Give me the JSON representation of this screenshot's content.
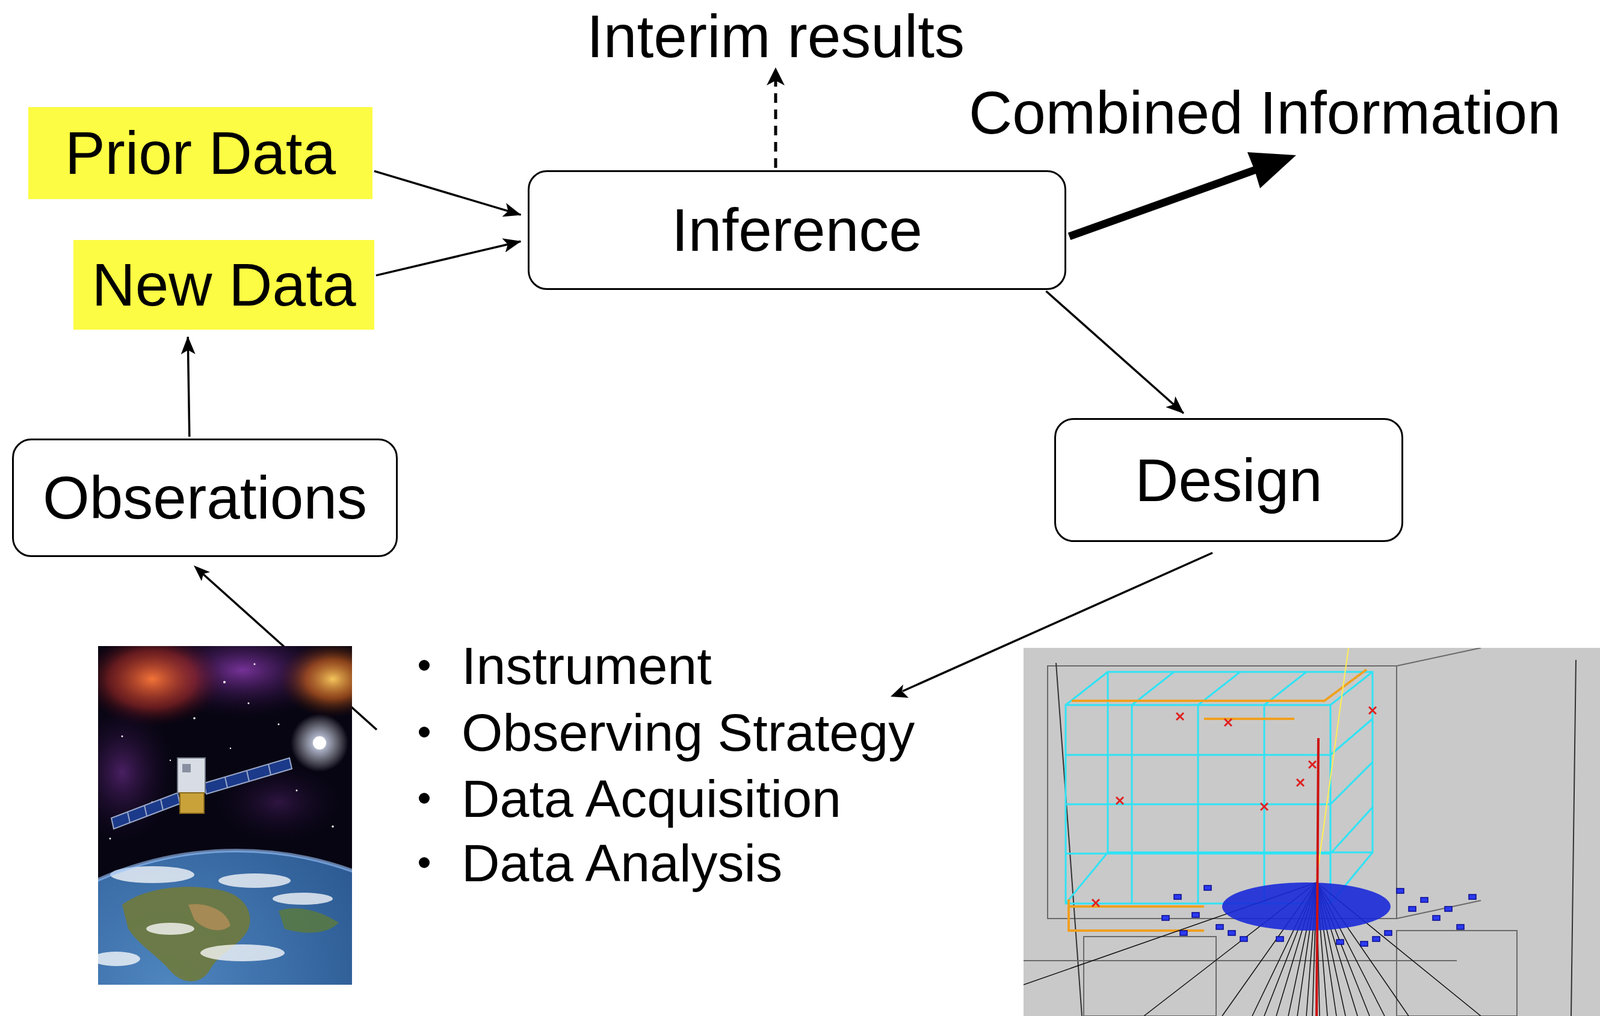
{
  "diagram": {
    "nodes": [
      {
        "text": [
          "Prior Data"
        ]
      },
      {
        "text": [
          "New Data"
        ]
      },
      {
        "text": [
          "Inference"
        ]
      },
      {
        "text": [
          "Design"
        ]
      },
      {
        "text": [
          "Obserations"
        ]
      }
    ],
    "edges": [
      {
        "from": 0,
        "to": 2,
        "arrow": "to"
      },
      {
        "from": 1,
        "to": 2,
        "arrow": "to"
      },
      {
        "from": 2,
        "to": 3,
        "arrow": "to"
      },
      {
        "from": 4,
        "to": 1,
        "arrow": "to"
      }
    ],
    "labels": [
      "Interim results",
      "Combined Information",
      "Instrument",
      "Observing Strategy",
      "Data Acquisition",
      "Data Analysis"
    ]
  }
}
